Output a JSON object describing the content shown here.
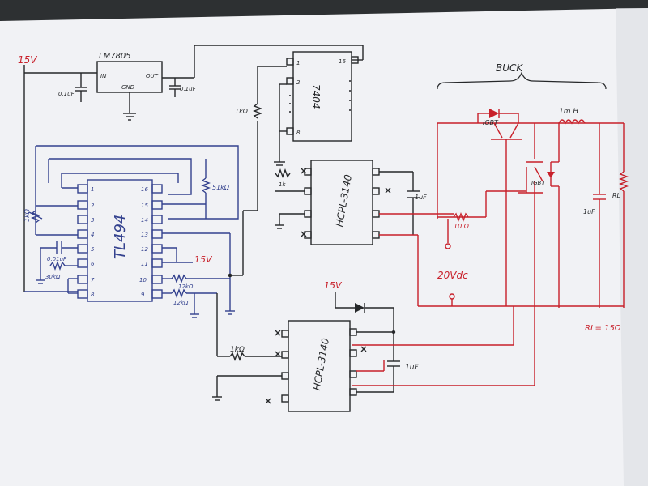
{
  "colors": {
    "background": "#2d3032",
    "paper": "#f1f2f5",
    "ink_black": "#26282a",
    "ink_blue": "#33418e",
    "ink_red": "#c8202a"
  },
  "labels": {
    "supply_15v_top": "15V",
    "regulator": "LM7805",
    "reg_in": "IN",
    "reg_out": "OUT",
    "reg_gnd": "GND",
    "cap_01uf_left": "0.1uF",
    "cap_01uf_right": "0.1uF",
    "r_1k_top": "1kΩ",
    "r_1k_7404": "1k",
    "inverter": "7404",
    "inv_pin1": "1",
    "inv_pin2": "2",
    "inv_pin8": "8",
    "inv_pin16": "16",
    "buck": "BUCK",
    "igbt_top": "IGBT",
    "igbt_mid": "IGBT",
    "inductor": "1m H",
    "load_r": "RL",
    "load_cap": "1uF",
    "driver_top": "HCPL-3140",
    "driver_bottom": "HCPL-3140",
    "cap_1uf_top": "1uF",
    "cap_1uf_bottom": "1uF",
    "r_10ohm": "10 Ω",
    "supply_20vdc": "20Vdc",
    "supply_15v_mid": "15V",
    "supply_15v_bottom": "15V",
    "rl_value": "RL= 15Ω",
    "pwm_ic": "TL494",
    "tl_pin1": "1",
    "tl_pin2": "2",
    "tl_pin3": "3",
    "tl_pin4": "4",
    "tl_pin5": "5",
    "tl_pin6": "6",
    "tl_pin7": "7",
    "tl_pin8": "8",
    "tl_pin9": "9",
    "tl_pin10": "10",
    "tl_pin11": "11",
    "tl_pin12": "12",
    "tl_pin13": "13",
    "tl_pin14": "14",
    "tl_pin15": "15",
    "tl_pin16": "16",
    "r_51k": "51kΩ",
    "pot_1k": "1kΩ",
    "cap_001uf": "0.01uF",
    "r_30k": "30kΩ",
    "r_12k_a": "12kΩ",
    "r_12k_b": "12kΩ",
    "r_1k_bottom": "1kΩ"
  }
}
